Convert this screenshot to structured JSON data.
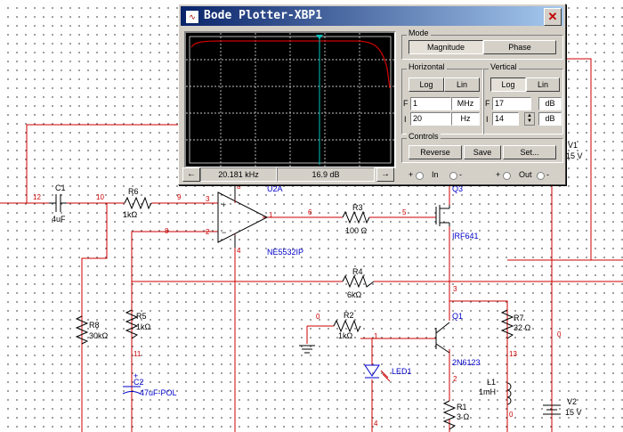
{
  "window": {
    "title": "Bode Plotter-XBP1",
    "close_glyph": "✕",
    "icon": "bode-plotter-icon"
  },
  "readout": {
    "frequency": "20.181 kHz",
    "magnitude": "16.9 dB",
    "left_arrow": "←",
    "right_arrow": "→"
  },
  "mode": {
    "label": "Mode",
    "magnitude": "Magnitude",
    "phase": "Phase",
    "selected": "Magnitude"
  },
  "horizontal": {
    "label": "Horizontal",
    "log": "Log",
    "lin": "Lin",
    "F_label": "F",
    "F_value": "1",
    "F_unit": "MHz",
    "I_label": "I",
    "I_value": "20",
    "I_unit": "Hz"
  },
  "vertical": {
    "label": "Vertical",
    "log": "Log",
    "lin": "Lin",
    "F_label": "F",
    "F_value": "17",
    "F_unit": "dB",
    "I_label": "I",
    "I_value": "14",
    "I_unit": "dB"
  },
  "controls": {
    "label": "Controls",
    "reverse": "Reverse",
    "save": "Save",
    "set": "Set...",
    "in_label": "In",
    "out_label": "Out",
    "plus": "+",
    "minus": "-"
  },
  "colors": {
    "wire": "#cc0000",
    "plot_curve": "#cc0000",
    "cursor": "#00c0c0",
    "component_blue": "#0000c8"
  },
  "schematic": {
    "c1": {
      "name": "C1",
      "value": "4uF"
    },
    "r6": {
      "name": "R6",
      "value": "1kΩ"
    },
    "u2a": {
      "name": "U2A",
      "part": "NE5532IP",
      "plus": "+",
      "minus": "−"
    },
    "r3": {
      "name": "R3",
      "value": "100 Ω"
    },
    "q3": {
      "name": "Q3",
      "part": "IRF641"
    },
    "v1": {
      "name": "V1",
      "value": "15 V"
    },
    "r4": {
      "name": "R4",
      "value": "6kΩ"
    },
    "r8": {
      "name": "R8",
      "value": "30kΩ"
    },
    "r5": {
      "name": "R5",
      "value": "1kΩ"
    },
    "r2": {
      "name": "R2",
      "value": "1kΩ"
    },
    "q1": {
      "name": "Q1",
      "part": "2N6123"
    },
    "r7": {
      "name": "R7",
      "value": "32 Ω"
    },
    "c2": {
      "name": "C2",
      "value": "47uF-POL",
      "sign": "+"
    },
    "led1": {
      "name": "LED1"
    },
    "l1": {
      "name": "L1",
      "value": "1mH"
    },
    "r1": {
      "name": "R1",
      "value": "3 Ω"
    },
    "v2": {
      "name": "V2",
      "value": "15 V"
    },
    "nodes": {
      "n12": "12",
      "n10": "10",
      "n9": "9",
      "n3": "3",
      "n2": "2",
      "n1": "1",
      "n8a": "8",
      "n8b": "8",
      "n6": "6",
      "n5": "5",
      "n4": "4",
      "n4b": "4",
      "n0a": "0",
      "n0b": "0",
      "n0c": "0",
      "n11": "11",
      "n13": "13",
      "n3b": "3",
      "n1b": "1",
      "n2b": "2"
    }
  }
}
